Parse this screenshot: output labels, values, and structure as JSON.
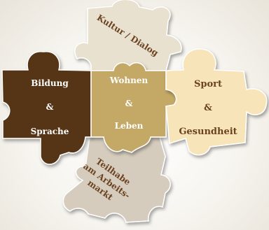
{
  "pieces": {
    "culture": {
      "label": "Kultur / Dialog",
      "fill": "#e9e1cf"
    },
    "education": {
      "line1": "Bildung",
      "line2": "&",
      "line3": "Sprache",
      "fill": "#573518",
      "text_color": "#ffffff"
    },
    "housing": {
      "line1": "Wohnen",
      "line2": "&",
      "line3": "Leben",
      "fill": "#c4a865",
      "text_color": "#ffffff"
    },
    "sport": {
      "line1": "Sport",
      "line2": "&",
      "line3": "Gesundheit",
      "fill": "#f7e4b8",
      "text_color": "#6b4220"
    },
    "labour": {
      "line1": "Teilhabe",
      "line2": "am Arbeits-",
      "line3": "markt",
      "fill": "#d5ccbd",
      "text_color": "#6b4220"
    }
  },
  "colors": {
    "culture_text": "#6b4220",
    "outline": "#ffffff"
  }
}
